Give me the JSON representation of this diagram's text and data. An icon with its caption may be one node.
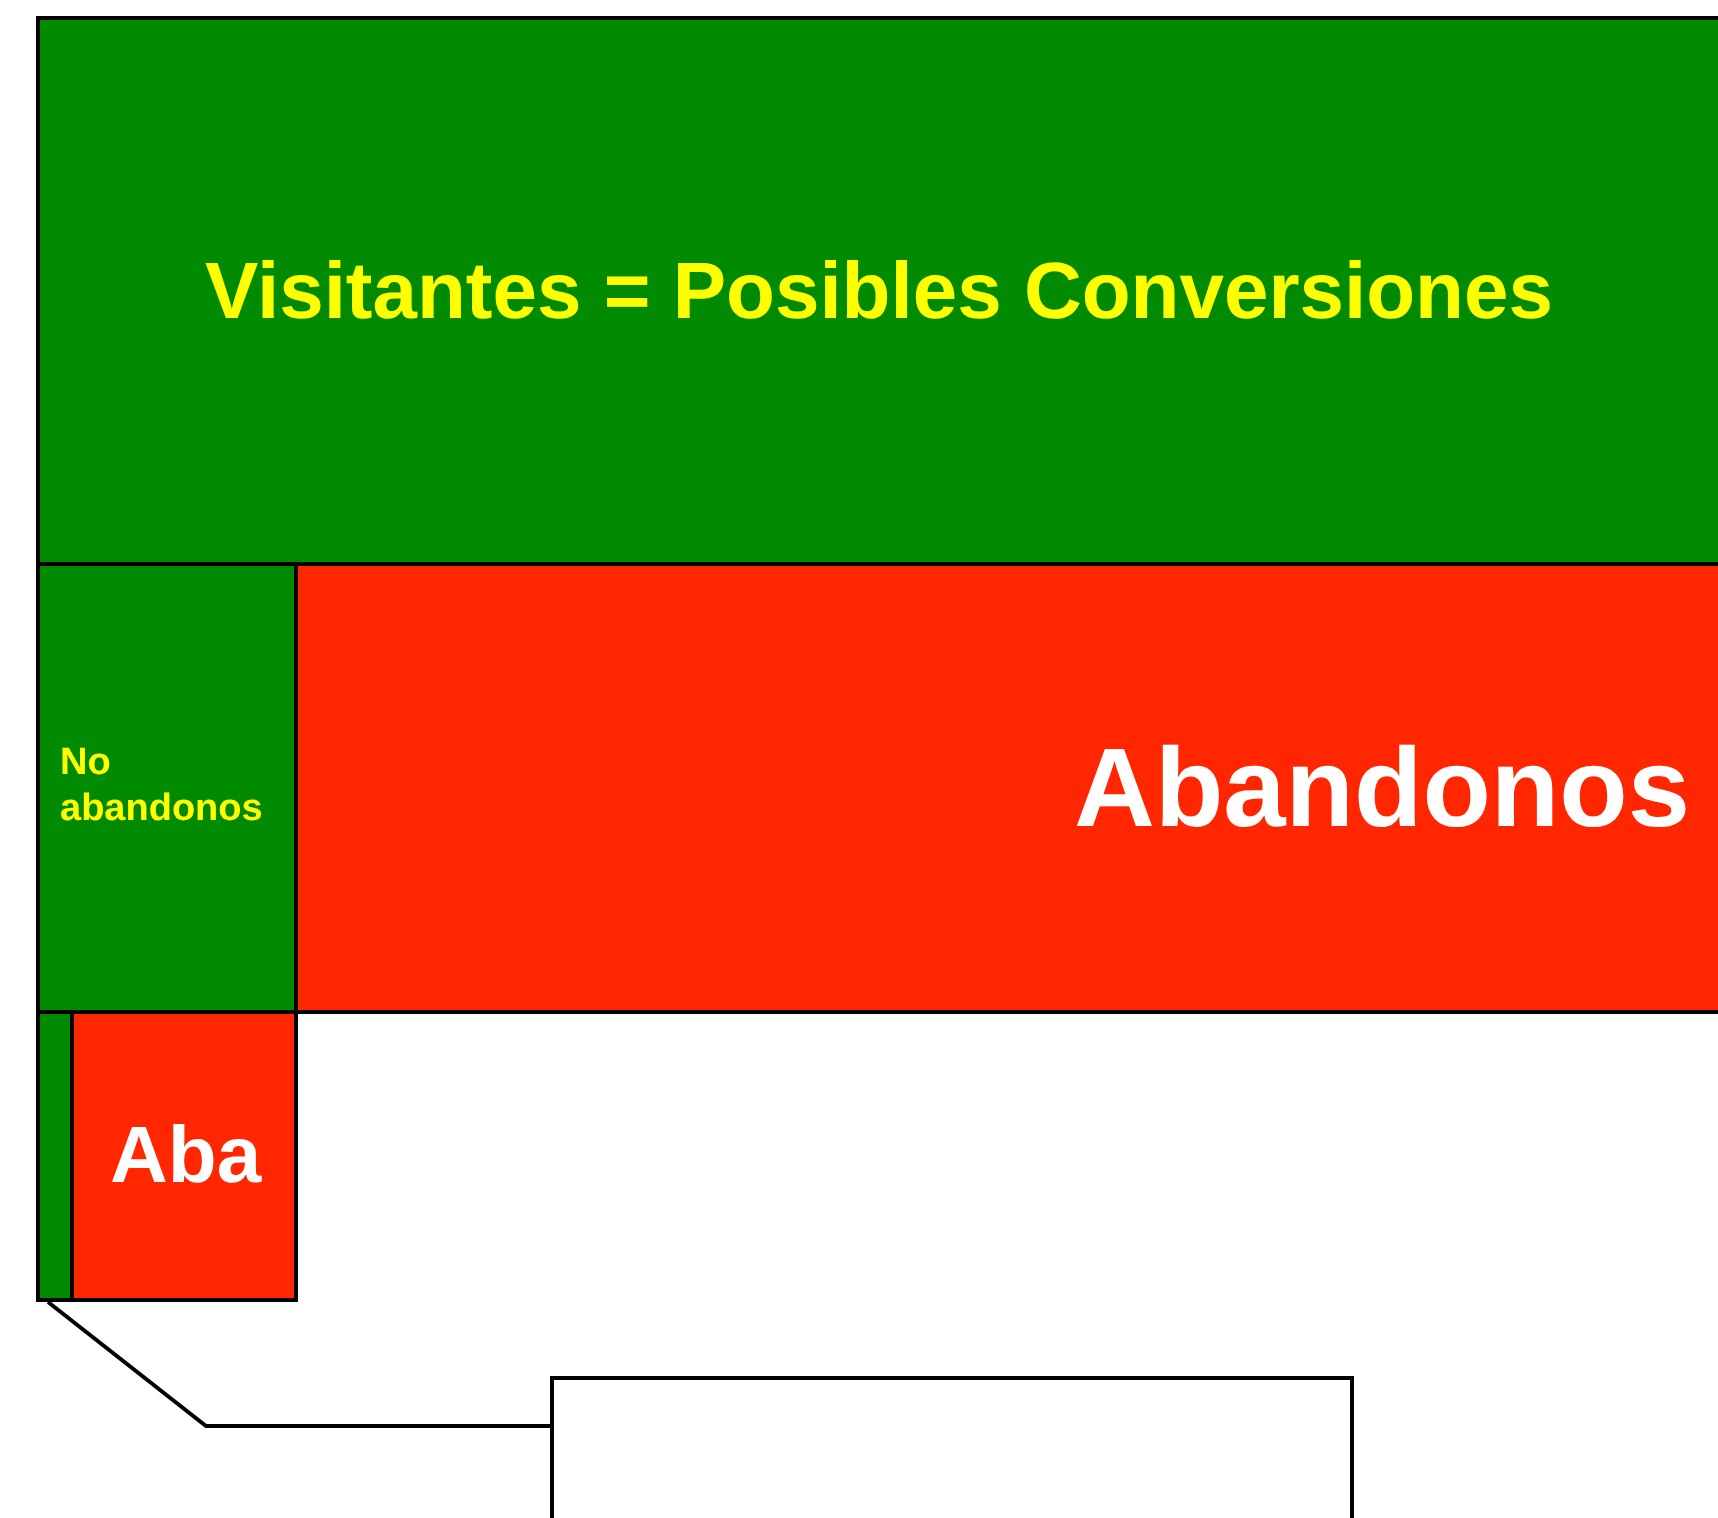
{
  "diagram": {
    "nodes": [
      {
        "text": [
          "Visitantes = Posibles Conversiones"
        ]
      },
      {
        "text": [
          "No abandonos"
        ]
      },
      {
        "text": [
          "Abandonos"
        ]
      },
      {
        "text": [],
        "shape": "bar"
      },
      {
        "text": [
          "Aba"
        ]
      },
      {
        "text": [],
        "shape": "box"
      }
    ],
    "edges": [
      {
        "from": 3,
        "to": 5,
        "arrow": "none"
      }
    ]
  }
}
